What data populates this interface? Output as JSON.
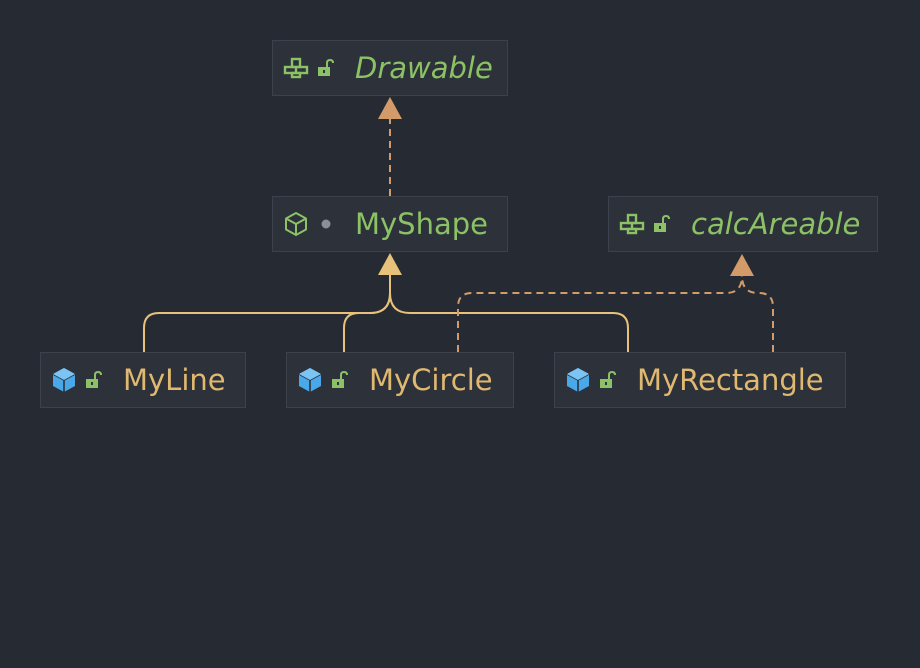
{
  "diagram": {
    "colors": {
      "background": "#262a32",
      "node_fill": "#2c313a",
      "node_border": "#3c424d",
      "interface_text": "#8cc265",
      "class_text": "#e0b870",
      "extends_line": "#e8c27a",
      "implements_line": "#d39b6a",
      "class_icon": "#4aa8e8",
      "access_icon": "#8cc265"
    },
    "nodes": {
      "drawable": {
        "label": "Drawable",
        "kind": "interface",
        "icons": [
          "interface-icon",
          "public-lock-icon"
        ]
      },
      "myshape": {
        "label": "MyShape",
        "kind": "abstract-class",
        "icons": [
          "abstract-class-icon",
          "package-private-dot-icon"
        ]
      },
      "calcareable": {
        "label": "calcAreable",
        "kind": "interface",
        "icons": [
          "interface-icon",
          "public-lock-icon"
        ]
      },
      "myline": {
        "label": "MyLine",
        "kind": "class",
        "icons": [
          "class-icon",
          "public-lock-icon"
        ]
      },
      "mycircle": {
        "label": "MyCircle",
        "kind": "class",
        "icons": [
          "class-icon",
          "public-lock-icon"
        ]
      },
      "myrectangle": {
        "label": "MyRectangle",
        "kind": "class",
        "icons": [
          "class-icon",
          "public-lock-icon"
        ]
      }
    },
    "edges": [
      {
        "from": "myshape",
        "to": "drawable",
        "type": "implements"
      },
      {
        "from": "myline",
        "to": "myshape",
        "type": "extends"
      },
      {
        "from": "mycircle",
        "to": "myshape",
        "type": "extends"
      },
      {
        "from": "myrectangle",
        "to": "myshape",
        "type": "extends"
      },
      {
        "from": "mycircle",
        "to": "calcareable",
        "type": "implements"
      },
      {
        "from": "myrectangle",
        "to": "calcareable",
        "type": "implements"
      }
    ]
  }
}
